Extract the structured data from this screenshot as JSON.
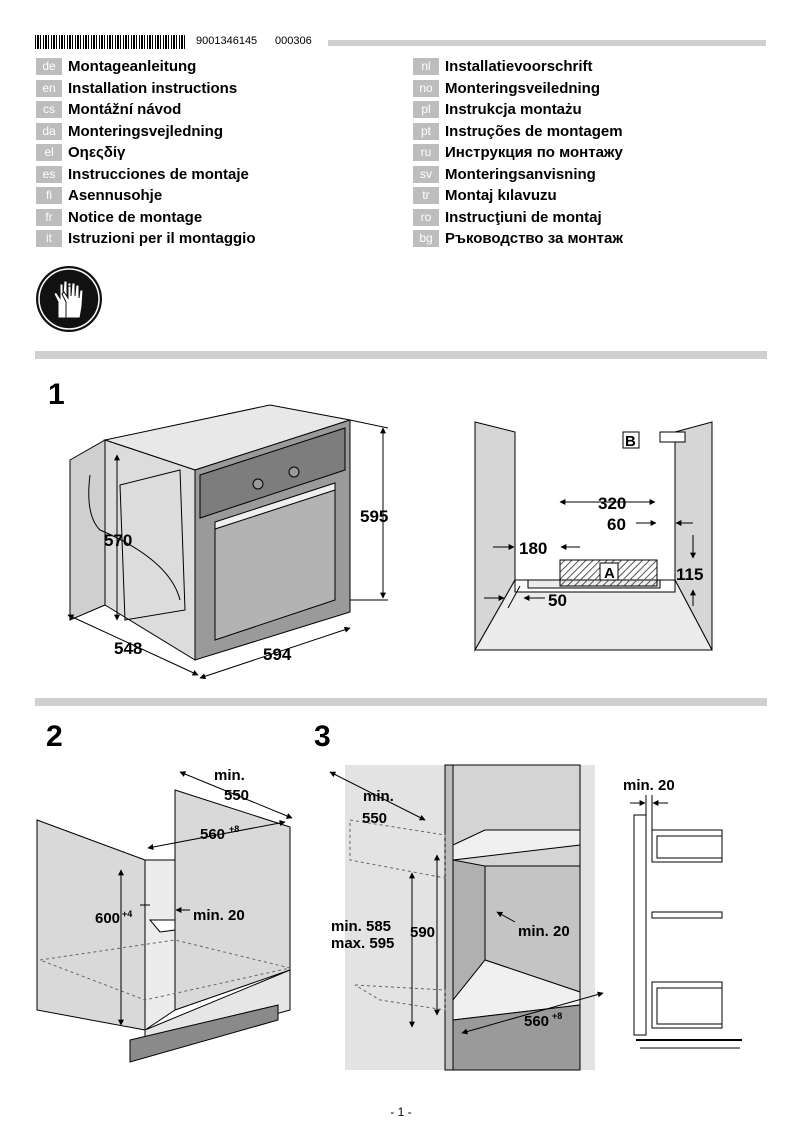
{
  "header": {
    "doc_number": "9001346145",
    "doc_date": "000306"
  },
  "languages_left": [
    {
      "code": "de",
      "label": "Montageanleitung"
    },
    {
      "code": "en",
      "label": "Installation instructions"
    },
    {
      "code": "cs",
      "label": "Montážní návod"
    },
    {
      "code": "da",
      "label": "Monteringsvejledning"
    },
    {
      "code": "el",
      "label": "Οηεςδίγ"
    },
    {
      "code": "es",
      "label": "Instrucciones de montaje"
    },
    {
      "code": "fi",
      "label": "Asennusohje"
    },
    {
      "code": "fr",
      "label": "Notice de montage"
    },
    {
      "code": "it",
      "label": "Istruzioni per il montaggio"
    }
  ],
  "languages_right": [
    {
      "code": "nl",
      "label": "Installatievoorschrift"
    },
    {
      "code": "no",
      "label": "Monteringsveiledning"
    },
    {
      "code": "pl",
      "label": "Instrukcja montażu"
    },
    {
      "code": "pt",
      "label": "Instruções de montagem"
    },
    {
      "code": "ru",
      "label": "Инструкция по монтажу"
    },
    {
      "code": "sv",
      "label": "Monteringsanvisning"
    },
    {
      "code": "tr",
      "label": "Montaj kılavuzu"
    },
    {
      "code": "ro",
      "label": "Instrucţiuni de montaj"
    },
    {
      "code": "bg",
      "label": "Ръководство за монтаж"
    }
  ],
  "icons": {
    "safety": "gloves-icon"
  },
  "section1": {
    "number": "1",
    "oven": {
      "height": "595",
      "inner_height": "570",
      "width": "594",
      "depth": "548"
    },
    "niche": {
      "b": "B",
      "a": "A",
      "d320": "320",
      "d60": "60",
      "d180": "180",
      "d115": "115",
      "d50": "50"
    }
  },
  "section2": {
    "number": "2",
    "min550_a": "min.",
    "min550_b": "550",
    "width": "560",
    "width_tol": "+8",
    "height": "600",
    "height_tol": "+4",
    "min20": "min. 20"
  },
  "section3": {
    "number": "3",
    "min550_a": "min.",
    "min550_b": "550",
    "min585": "min. 585",
    "max595": "max. 595",
    "h590": "590",
    "min20": "min. 20",
    "width": "560",
    "width_tol": "+8",
    "side_min20": "min. 20"
  },
  "footer": {
    "page": "- 1 -"
  }
}
